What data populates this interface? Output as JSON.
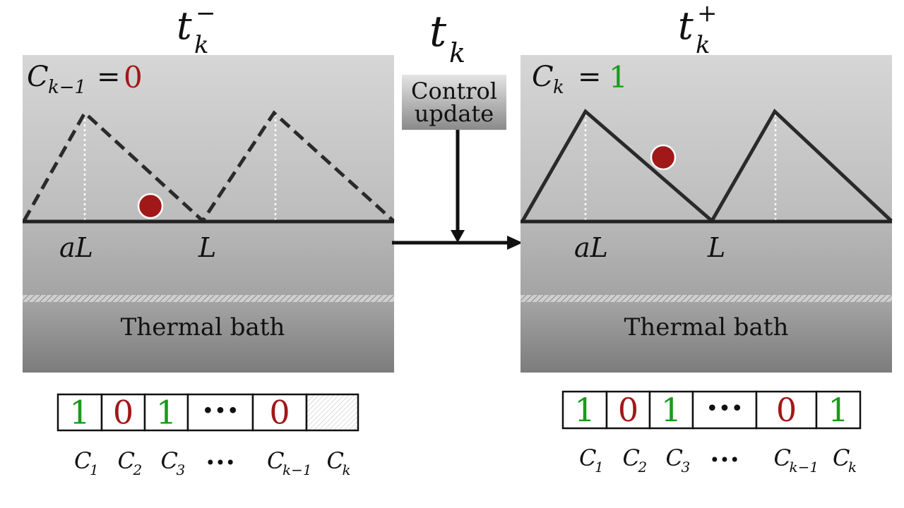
{
  "left_panel": {
    "time_label": "t",
    "time_sub": "k",
    "time_sup": "−",
    "control_var": "C",
    "control_sub": "k−1",
    "equals": "=",
    "control_value": "0",
    "x_label_aL": "aL",
    "x_label_L": "L",
    "bath_label": "Thermal bath",
    "potential_style": "dashed"
  },
  "right_panel": {
    "time_label": "t",
    "time_sub": "k",
    "time_sup": "+",
    "control_var": "C",
    "control_sub": "k",
    "equals": "=",
    "control_value": "1",
    "x_label_aL": "aL",
    "x_label_L": "L",
    "bath_label": "Thermal bath",
    "potential_style": "solid"
  },
  "center": {
    "time_label": "t",
    "time_sub": "k",
    "update_line1": "Control",
    "update_line2": "update"
  },
  "memory_left": {
    "cells": [
      {
        "value": "1",
        "color": "#1a9a1a"
      },
      {
        "value": "0",
        "color": "#a01818"
      },
      {
        "value": "1",
        "color": "#1a9a1a"
      },
      {
        "value": "•••",
        "color": "#111111"
      },
      {
        "value": "0",
        "color": "#a01818"
      },
      {
        "value": "",
        "color": "hatched"
      }
    ],
    "labels": [
      {
        "main": "C",
        "sub": "1"
      },
      {
        "main": "C",
        "sub": "2"
      },
      {
        "main": "C",
        "sub": "3"
      },
      {
        "main": "•••",
        "sub": ""
      },
      {
        "main": "C",
        "sub": "k−1"
      },
      {
        "main": "C",
        "sub": "k"
      }
    ]
  },
  "memory_right": {
    "cells": [
      {
        "value": "1",
        "color": "#1a9a1a"
      },
      {
        "value": "0",
        "color": "#a01818"
      },
      {
        "value": "1",
        "color": "#1a9a1a"
      },
      {
        "value": "•••",
        "color": "#111111"
      },
      {
        "value": "0",
        "color": "#a01818"
      },
      {
        "value": "1",
        "color": "#1a9a1a"
      }
    ],
    "labels": [
      {
        "main": "C",
        "sub": "1"
      },
      {
        "main": "C",
        "sub": "2"
      },
      {
        "main": "C",
        "sub": "3"
      },
      {
        "main": "•••",
        "sub": ""
      },
      {
        "main": "C",
        "sub": "k−1"
      },
      {
        "main": "C",
        "sub": "k"
      }
    ]
  },
  "colors": {
    "green": "#1a9a1a",
    "red": "#a01818",
    "particle": "#a01818"
  }
}
